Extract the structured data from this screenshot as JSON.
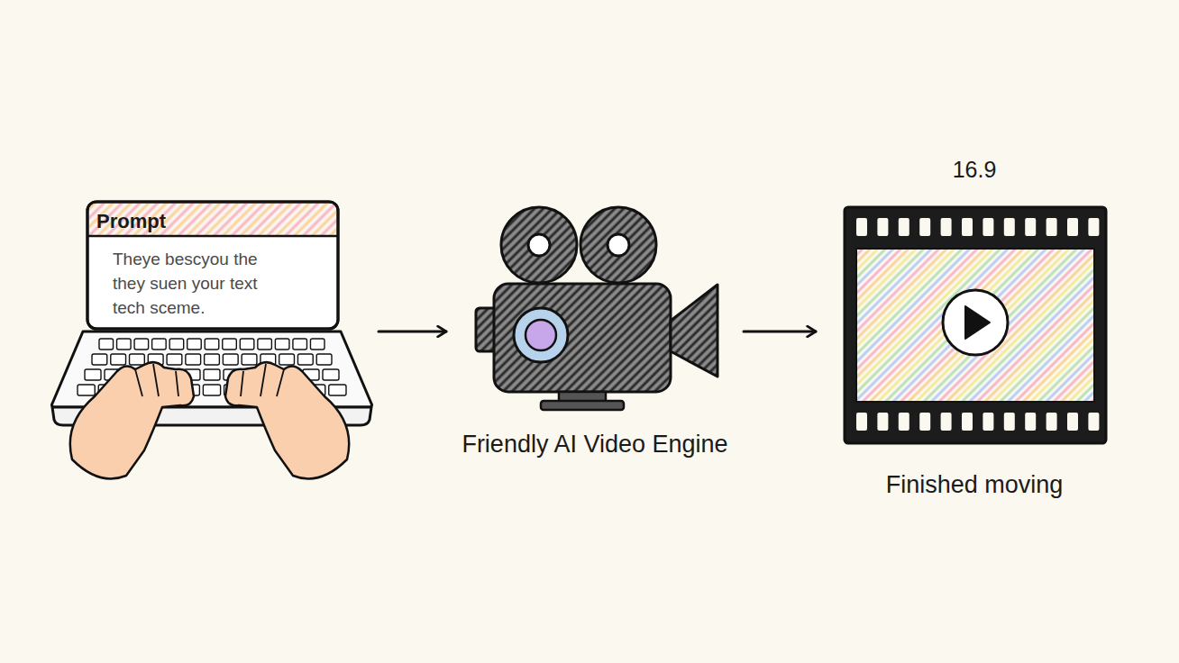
{
  "diagram": {
    "nodes": [
      {
        "text": [
          "Prompt",
          "Theye bescyou the they suen your text tech sceme."
        ]
      },
      {
        "text": [
          "Friendly AI Video Engine"
        ]
      },
      {
        "text": [
          "16.9",
          "Finished moving"
        ]
      }
    ],
    "edges": [
      {
        "from": 0,
        "to": 1,
        "arrow": "to"
      },
      {
        "from": 1,
        "to": 2,
        "arrow": "to"
      }
    ]
  }
}
